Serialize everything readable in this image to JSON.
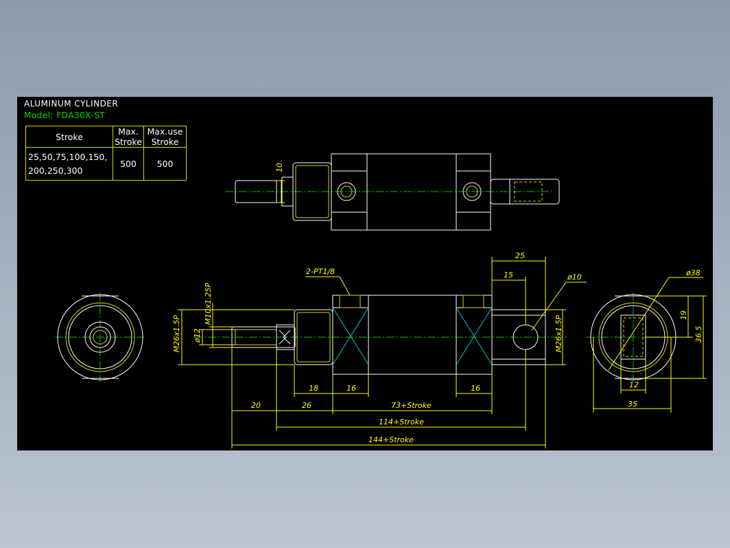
{
  "title": "ALUMINUM CYLINDER",
  "model": "Model: FDA30X-ST",
  "table": {
    "headers": {
      "stroke": "Stroke",
      "max_stroke_1": "Max.",
      "max_stroke_2": "Stroke",
      "max_use_1": "Max.use",
      "max_use_2": "Stroke"
    },
    "row": {
      "strokes_1": "25,50,75,100,150,",
      "strokes_2": "200,250,300",
      "max_stroke": "500",
      "max_use": "500"
    }
  },
  "dimensions": {
    "top_10": "10",
    "port": "2-PT1/8",
    "d25": "25",
    "d15": "15",
    "phi10": "ø10",
    "phi38": "ø38",
    "thread_rod": "M10x1.25P",
    "thread_body_left": "M26x1.5P",
    "phi12": "ø12",
    "thread_body_right": "M26x1.5P",
    "d19": "19",
    "d36_5": "36.5",
    "d18": "18",
    "d16a": "16",
    "d16b": "16",
    "d12": "12",
    "d35": "35",
    "d20": "20",
    "d26": "26",
    "d73": "73+Stroke",
    "d114": "114+Stroke",
    "d144": "144+Stroke"
  },
  "colors": {
    "background": "#000000",
    "outline": "#ffffff",
    "centerline": "#00c000",
    "dimension": "#ffff00",
    "hatch": "#00c8c8",
    "thread": "#d8d800"
  }
}
